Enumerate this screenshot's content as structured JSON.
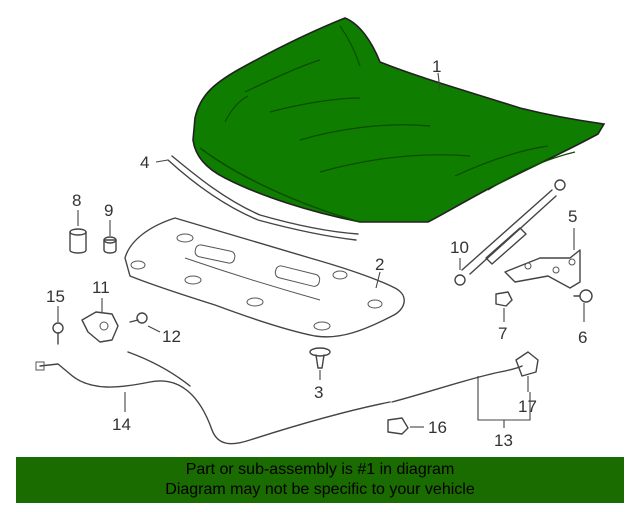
{
  "colors": {
    "highlight": "#0f7d00",
    "banner": "#1a6b00",
    "line": "#444444"
  },
  "callouts": [
    "1",
    "2",
    "3",
    "4",
    "5",
    "6",
    "7",
    "8",
    "9",
    "10",
    "11",
    "12",
    "13",
    "14",
    "15",
    "16",
    "17"
  ],
  "banner": {
    "line1": "Part or sub-assembly is #1 in diagram",
    "line2": "Diagram may not be specific to your vehicle"
  }
}
